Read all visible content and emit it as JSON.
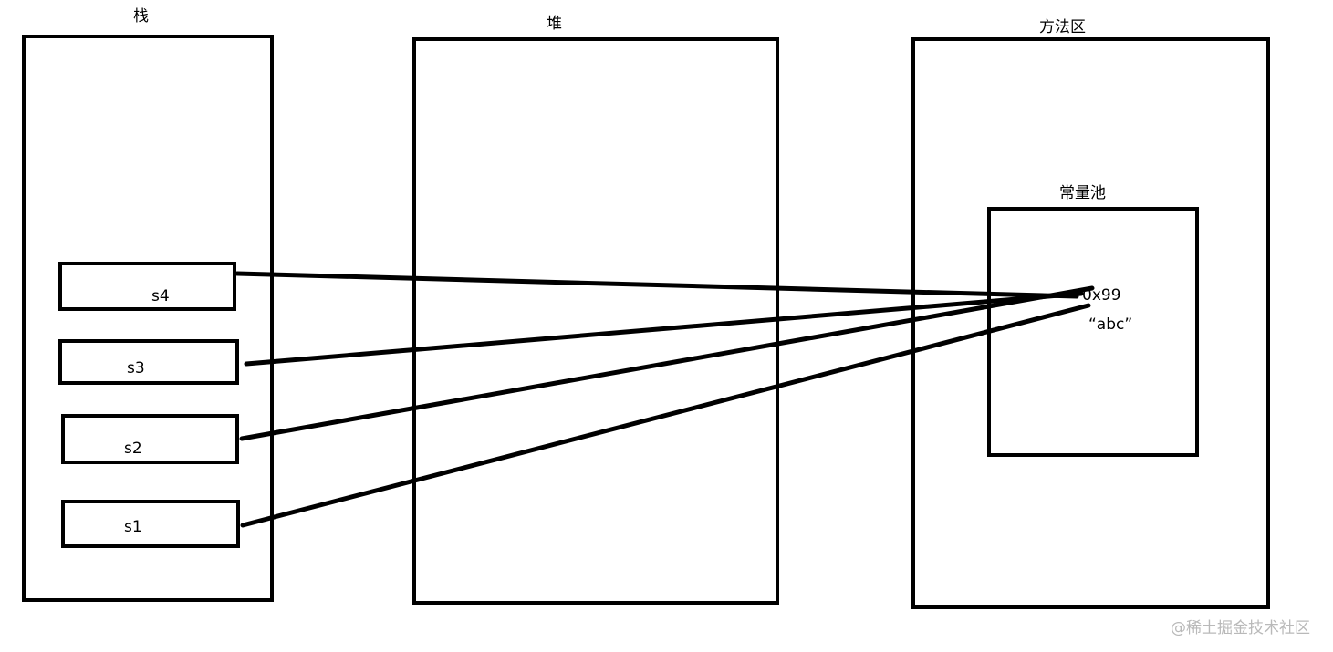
{
  "regions": {
    "stack": {
      "title": "栈"
    },
    "heap": {
      "title": "堆"
    },
    "method_area": {
      "title": "方法区"
    },
    "constant_pool": {
      "title": "常量池"
    }
  },
  "stack_vars": [
    {
      "name": "s4"
    },
    {
      "name": "s3"
    },
    {
      "name": "s2"
    },
    {
      "name": "s1"
    }
  ],
  "pool": {
    "address": "0x99",
    "value": "“abc”"
  },
  "watermark": "@稀土掘金技术社区"
}
